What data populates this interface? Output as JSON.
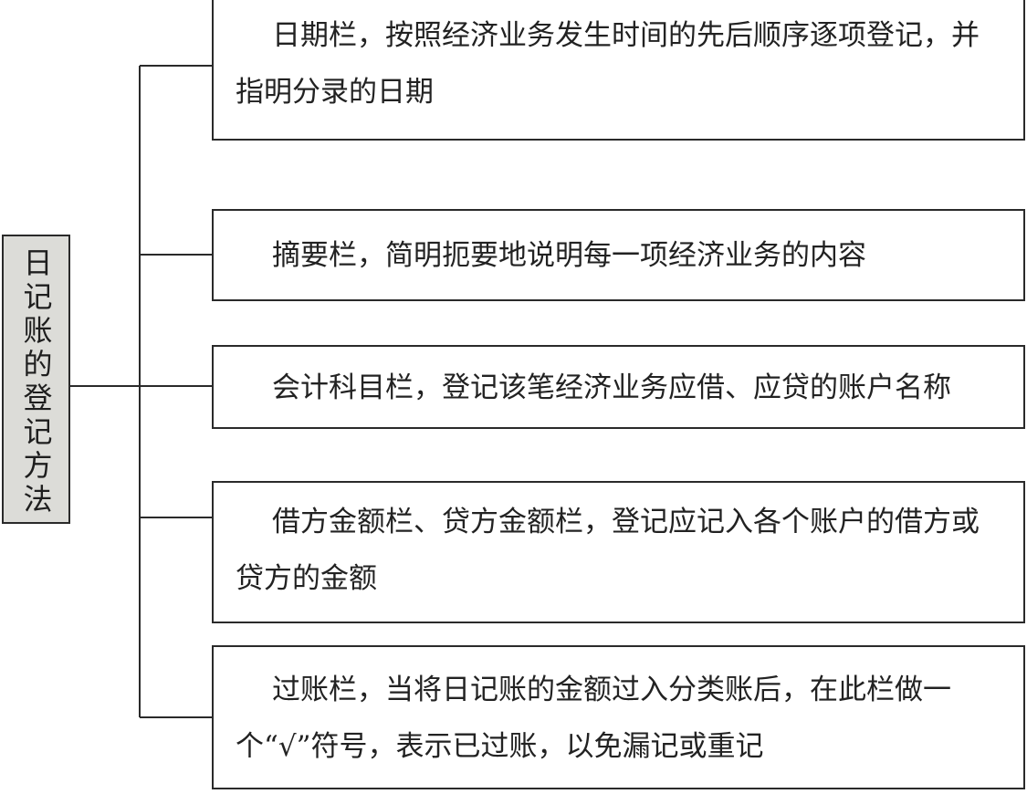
{
  "diagram": {
    "root": {
      "label": "日记账的登记方法"
    },
    "branches": [
      {
        "text": "日期栏，按照经济业务发生时间的先后顺序逐项登记，并指明分录的日期"
      },
      {
        "text": "摘要栏，简明扼要地说明每一项经济业务的内容"
      },
      {
        "text": "会计科目栏，登记该笔经济业务应借、应贷的账户名称"
      },
      {
        "text": "借方金额栏、贷方金额栏，登记应记入各个账户的借方或贷方的金额"
      },
      {
        "text": "过账栏，当将日记账的金额过入分类账后，在此栏做一个“√”符号，表示已过账，以免漏记或重记"
      }
    ]
  }
}
